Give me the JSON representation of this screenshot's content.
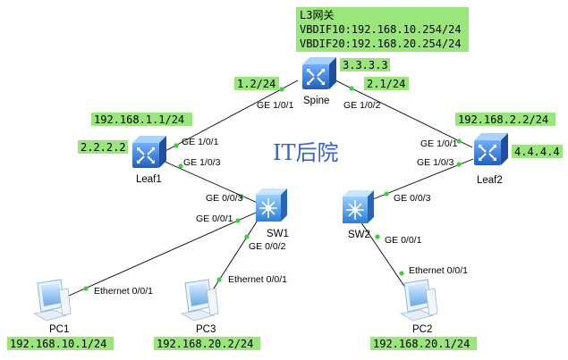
{
  "spine": {
    "name": "Spine",
    "loopback": "3.3.3.3",
    "gateway_info": [
      "L3网关",
      "VBDIF10:192.168.10.254/24",
      "VBDIF20:192.168.20.254/24"
    ],
    "port_leaf1": "GE 1/0/1",
    "port_leaf2": "GE 1/0/2",
    "ip_leaf1": "1.2/24",
    "ip_leaf2": "2.1/24"
  },
  "leaf1": {
    "name": "Leaf1",
    "loopback": "2.2.2.2",
    "ip_spine": "192.168.1.1/24",
    "port_spine": "GE 1/0/1",
    "port_sw1": "GE 1/0/3"
  },
  "leaf2": {
    "name": "Leaf2",
    "loopback": "4.4.4.4",
    "ip_spine": "192.168.2.2/24",
    "port_spine": "GE 1/0/1",
    "port_sw2": "GE 1/0/3"
  },
  "sw1": {
    "name": "SW1",
    "port_leaf1": "GE 0/0/3",
    "port_pc1": "GE 0/0/1",
    "port_pc3": "GE 0/0/2"
  },
  "sw2": {
    "name": "SW2",
    "port_leaf2": "GE 0/0/3",
    "port_pc2": "GE 0/0/1"
  },
  "pc1": {
    "name": "PC1",
    "ip": "192.168.10.1/24",
    "port": "Ethernet 0/0/1"
  },
  "pc3": {
    "name": "PC3",
    "ip": "192.168.20.2/24",
    "port": "Ethernet 0/0/1"
  },
  "pc2": {
    "name": "PC2",
    "ip": "192.168.20.1/24",
    "port": "Ethernet 0/0/1"
  },
  "watermark": "IT后院",
  "colors": {
    "label_bg": "#99e67a",
    "router_blue": "#3a7fd6",
    "switch_blue": "#2f8fe0",
    "link_dot": "#3bd13b"
  }
}
